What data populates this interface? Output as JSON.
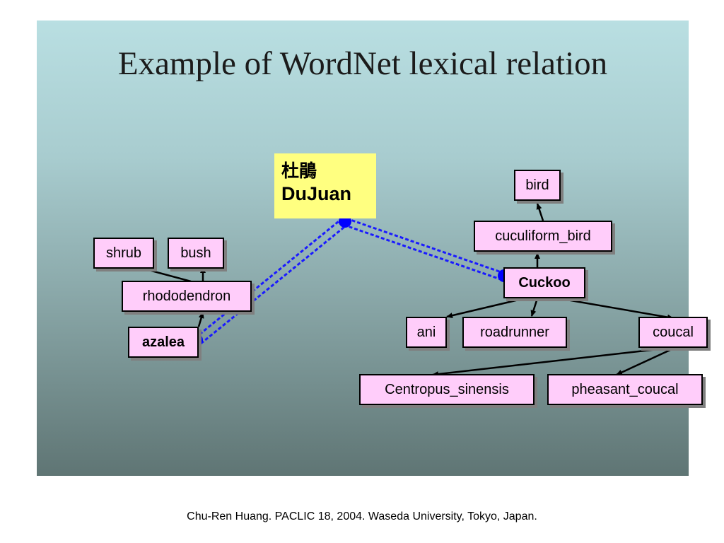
{
  "title": "Example of WordNet lexical relation",
  "focus_word": {
    "chinese": "杜鵑",
    "pinyin": "DuJuan"
  },
  "nodes": {
    "shrub": "shrub",
    "bush": "bush",
    "rhododendron": "rhododendron",
    "azalea": "azalea",
    "bird": "bird",
    "cuculiform_bird": "cuculiform_bird",
    "cuckoo": "Cuckoo",
    "ani": "ani",
    "roadrunner": "roadrunner",
    "coucal": "coucal",
    "centropus_sinensis": "Centropus_sinensis",
    "pheasant_coucal": "pheasant_coucal"
  },
  "footer": "Chu-Ren Huang. PACLIC 18, 2004. Waseda University, Tokyo, Japan.",
  "colors": {
    "node_fill": "#ffcdfa",
    "focus_fill": "#ffff80",
    "sense_link": "#1a1aff",
    "sense_dot": "#0000ff"
  }
}
